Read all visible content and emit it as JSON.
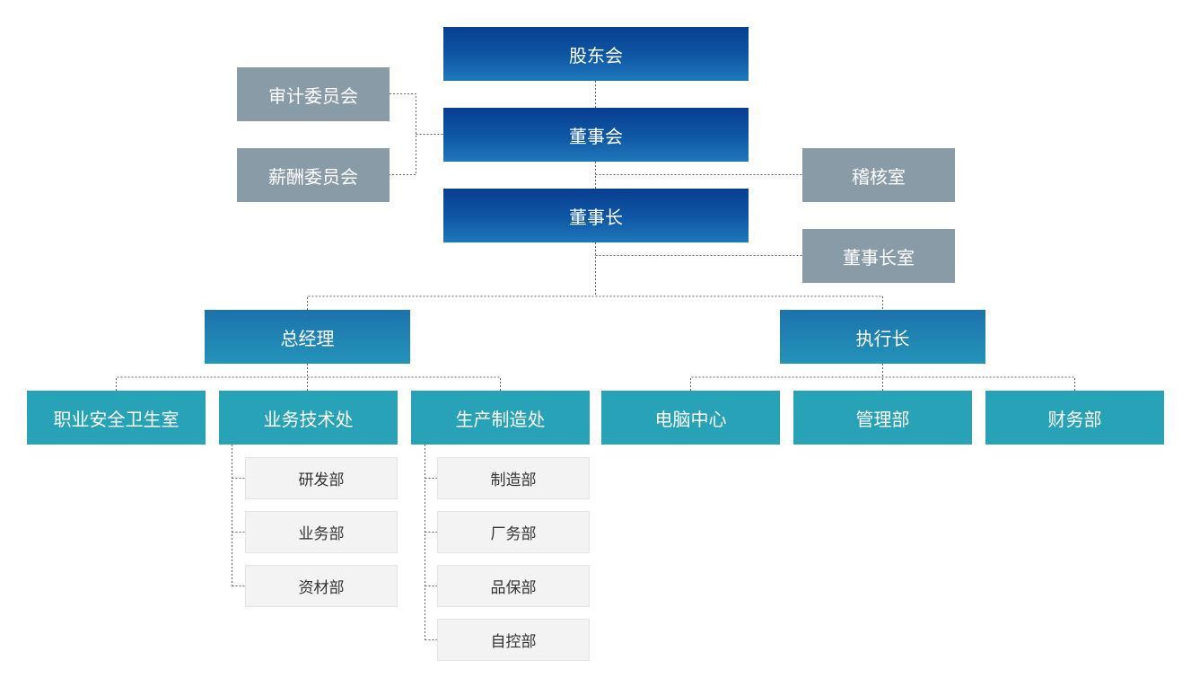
{
  "top": {
    "shareholders": "股东会",
    "board": "董事会",
    "chairman": "董事长"
  },
  "committees": {
    "audit": "审计委员会",
    "compensation": "薪酬委员会"
  },
  "offices": {
    "audit_office": "稽核室",
    "chairman_office": "董事长室"
  },
  "executives": {
    "general_manager": "总经理",
    "ceo": "执行长"
  },
  "gm_departments": {
    "safety": "职业安全卫生室",
    "business_tech": "业务技术处",
    "production": "生产制造处"
  },
  "ceo_departments": {
    "computer_center": "电脑中心",
    "management": "管理部",
    "finance": "财务部"
  },
  "business_tech_units": [
    "研发部",
    "业务部",
    "资材部"
  ],
  "production_units": [
    "制造部",
    "厂务部",
    "品保部",
    "自控部"
  ]
}
